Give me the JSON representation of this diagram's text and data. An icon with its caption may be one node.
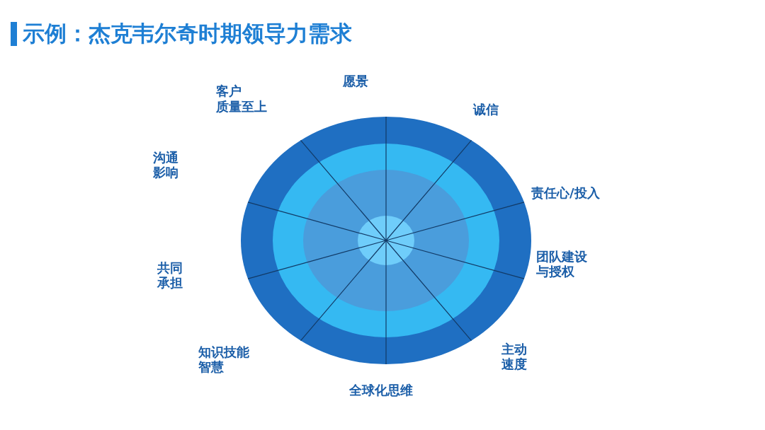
{
  "diagram": {
    "title": "示例：杰克韦尔奇时期领导力需求",
    "labels": [
      "愿景",
      "诚信",
      "责任心/投入",
      "团队建设与授权",
      "主动速度",
      "全球化思维",
      "知识技能智慧",
      "共同承担",
      "沟通影响",
      "客户",
      "质量至上"
    ]
  }
}
